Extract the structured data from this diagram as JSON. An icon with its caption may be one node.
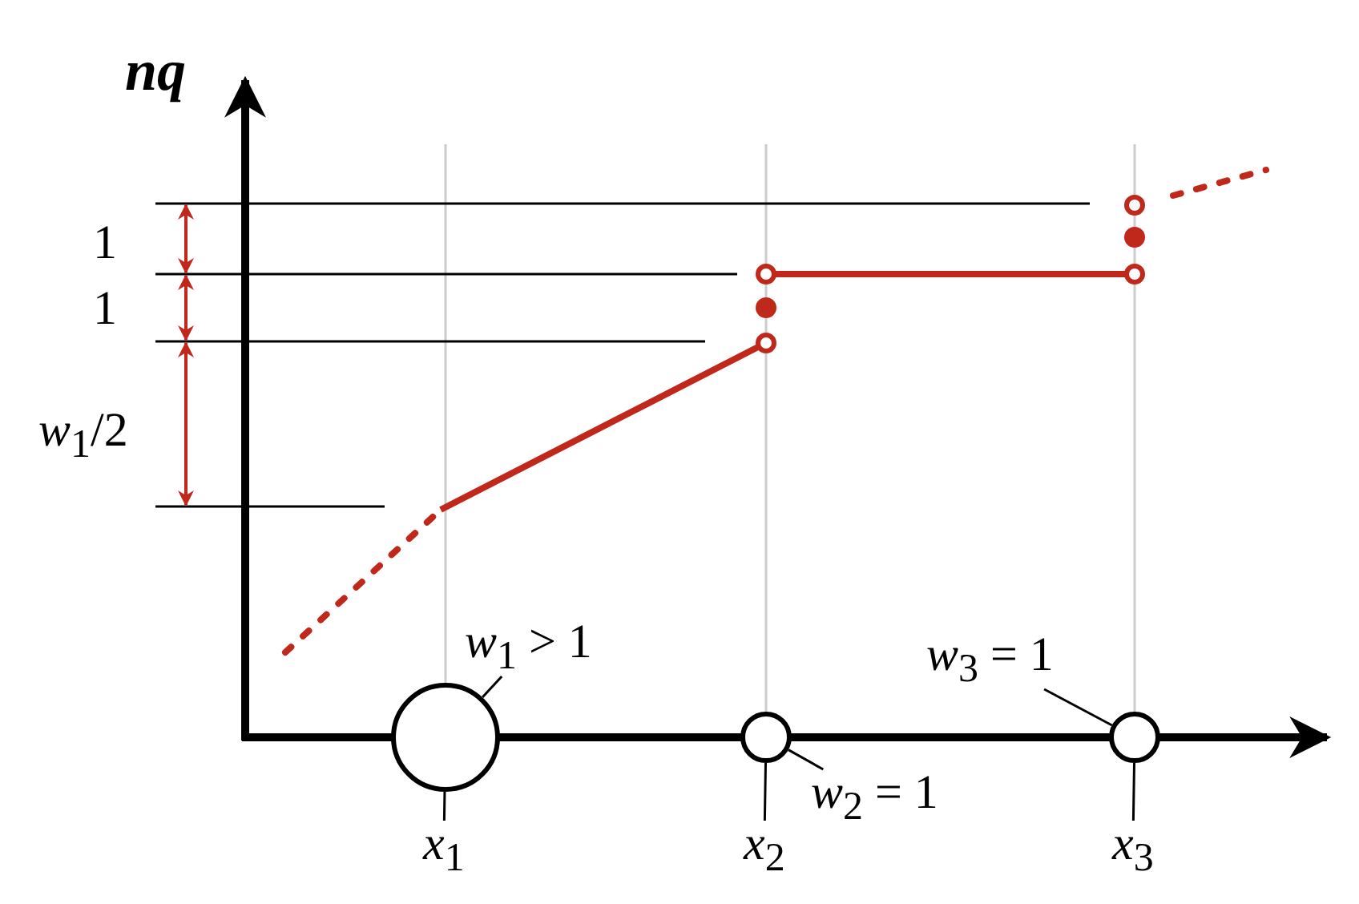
{
  "diagram": {
    "nodes": [
      {
        "text": [],
        "shape": "circle"
      },
      {
        "text": [],
        "shape": "circle"
      },
      {
        "text": [],
        "shape": "circle"
      },
      {
        "text": [
          "*w*$_{1}$ > 1"
        ]
      },
      {
        "text": [
          "*w*$_{2}$ = 1"
        ]
      },
      {
        "text": [
          "*w*$_{3}$ = 1"
        ]
      },
      {
        "text": [
          "*x*$_{1}$"
        ]
      },
      {
        "text": [
          "*x*$_{2}$"
        ]
      },
      {
        "text": [
          "*x*$_{3}$"
        ]
      }
    ],
    "edges": [
      {
        "from": 3,
        "to": 0,
        "arrow": "none"
      },
      {
        "from": 4,
        "to": 1,
        "arrow": "none"
      },
      {
        "from": 5,
        "to": 2,
        "arrow": "none"
      },
      {
        "from": 6,
        "to": 0,
        "arrow": "none"
      },
      {
        "from": 7,
        "to": 1,
        "arrow": "none"
      },
      {
        "from": 8,
        "to": 2,
        "arrow": "none"
      }
    ],
    "labels": [
      "nq",
      "1",
      "1",
      "*w*$_{1}$/2"
    ]
  }
}
